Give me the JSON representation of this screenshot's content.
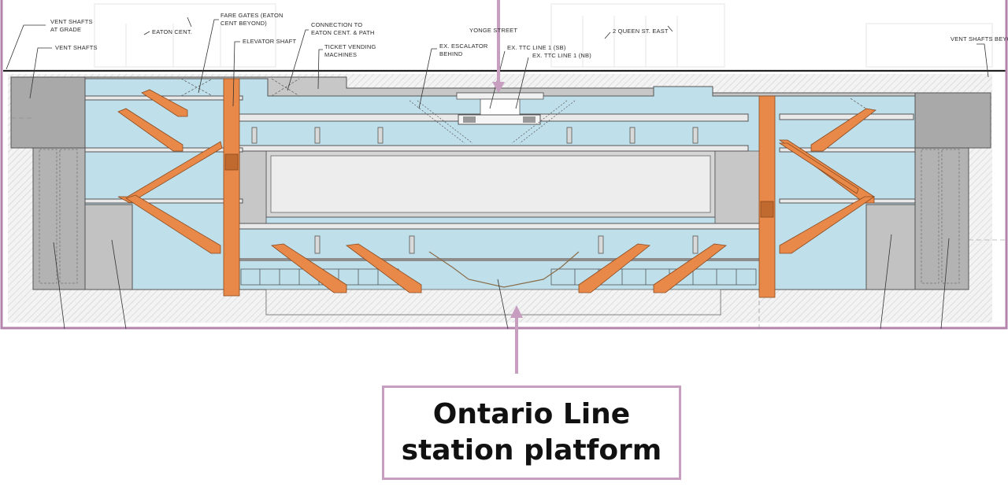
{
  "colors": {
    "frame": "#b584ad",
    "callout_border": "#c79ec0",
    "arrow": "#c79ec0",
    "station_fill": "#bfdfea",
    "structure_fill": "#c7c7c7",
    "wall_fill": "#a9a9a9",
    "escalator": "#e8894a",
    "elevator": "#e8894a",
    "linework": "#444444"
  },
  "labels": {
    "vent_shafts_at_grade": [
      "VENT SHAFTS",
      "AT GRADE"
    ],
    "vent_shafts": "VENT SHAFTS",
    "eaton_cent": "EATON CENT.",
    "fare_gates": [
      "FARE GATES (EATON",
      "CENT BEYOND)"
    ],
    "elevator_shaft": "ELEVATOR SHAFT",
    "connection": [
      "CONNECTION TO",
      "EATON CENT. & PATH"
    ],
    "ticket_vending": [
      "TICKET VENDING",
      "MACHINES"
    ],
    "ex_escalator": [
      "EX. ESCALATOR",
      "BEHIND"
    ],
    "yonge_street": "YONGE STREET",
    "ttc_sb": "EX. TTC LINE 1 (SB)",
    "ttc_nb": "EX. TTC LINE 1 (NB)",
    "queen_st": "2 QUEEN ST. EAST",
    "vent_shafts_beyond": "VENT SHAFTS BEYO"
  },
  "callout": {
    "line1": "Ontario Line",
    "line2": "station platform"
  }
}
